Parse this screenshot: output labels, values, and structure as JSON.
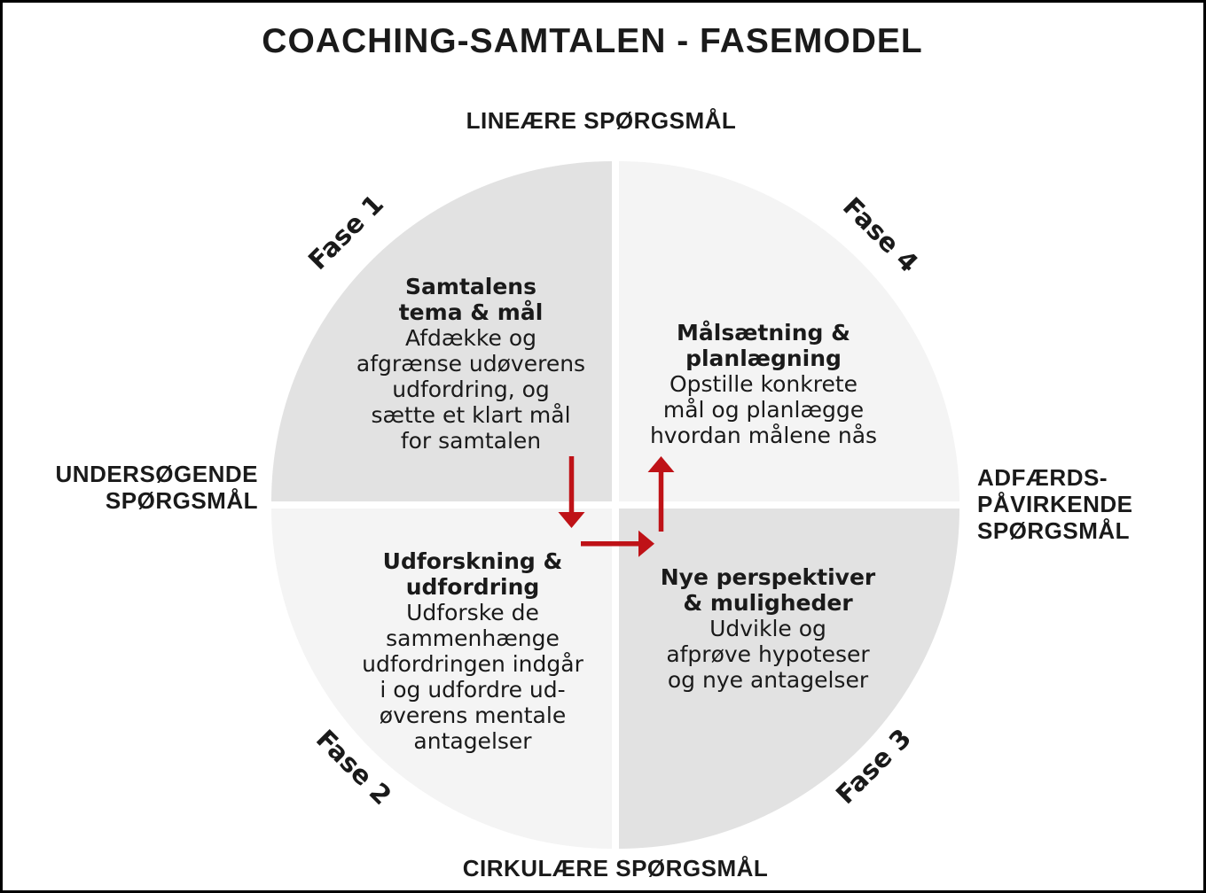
{
  "title": "COACHING-SAMTALEN - FASEMODEL",
  "axis_labels": {
    "top": "LINEÆRE SPØRGSMÅL",
    "bottom": "CIRKULÆRE SPØRGSMÅL",
    "left": "UNDERSØGENDE\nSPØRGSMÅL",
    "right": "ADFÆRDS-\nPÅVIRKENDE\nSPØRGSMÅL"
  },
  "phases": {
    "fase1": {
      "label": "Fase 1",
      "heading": "Samtalens\ntema & mål",
      "body": "Afdække og\nafgrænse udøverens\nudfordring, og\nsætte et klart mål\nfor samtalen"
    },
    "fase2": {
      "label": "Fase 2",
      "heading": "Udforskning &\nudfordring",
      "body": "Udforske de\nsammenhænge\nudfordringen indgår\ni og udfordre ud-\nøverens mentale\nantagelser"
    },
    "fase3": {
      "label": "Fase 3",
      "heading": "Nye perspektiver\n& muligheder",
      "body": "Udvikle og\nafprøve hypoteser\nog nye antagelser"
    },
    "fase4": {
      "label": "Fase 4",
      "heading": "Målsætning &\nplanlægning",
      "body": "Opstille konkrete\nmål og planlægge\nhvordan målene nås"
    }
  },
  "flow": [
    "fase1",
    "fase2",
    "fase3",
    "fase4"
  ],
  "colors": {
    "quadrant_dark": "#e2e2e2",
    "quadrant_light": "#f4f4f4",
    "arrow_red": "#bf1217",
    "text": "#1a1a1a",
    "frame_border": "#000000"
  }
}
